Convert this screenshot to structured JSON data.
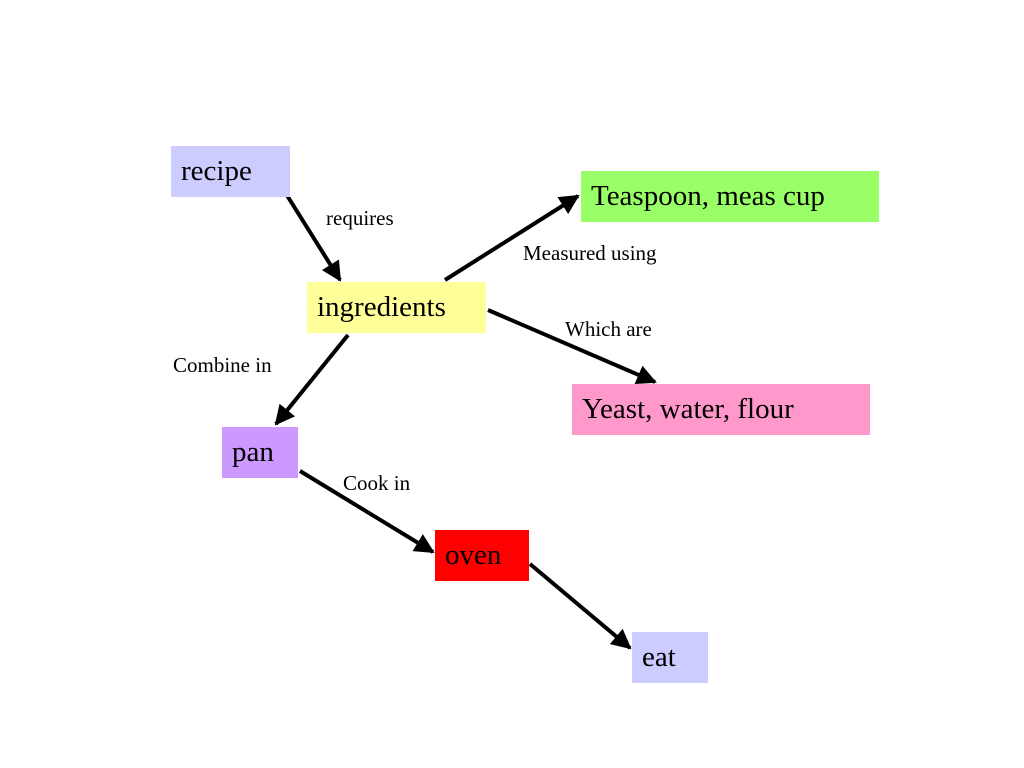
{
  "colors": {
    "recipe": "#ccccff",
    "ingredients": "#ffff99",
    "teaspoon": "#99ff66",
    "yeast": "#ff99cc",
    "pan": "#cc99ff",
    "oven": "#ff0000",
    "eat": "#ccccff",
    "arrow": "#000000"
  },
  "nodes": {
    "recipe": "recipe",
    "ingredients": "ingredients",
    "teaspoon": "Teaspoon, meas cup",
    "yeast": "Yeast, water, flour",
    "pan": "pan",
    "oven": "oven",
    "eat": "eat"
  },
  "edges": [
    {
      "from": "recipe",
      "to": "ingredients",
      "label": "requires"
    },
    {
      "from": "ingredients",
      "to": "teaspoon",
      "label": "Measured using"
    },
    {
      "from": "ingredients",
      "to": "yeast",
      "label": "Which are"
    },
    {
      "from": "ingredients",
      "to": "pan",
      "label": "Combine in"
    },
    {
      "from": "pan",
      "to": "oven",
      "label": "Cook in"
    },
    {
      "from": "oven",
      "to": "eat",
      "label": ""
    }
  ]
}
